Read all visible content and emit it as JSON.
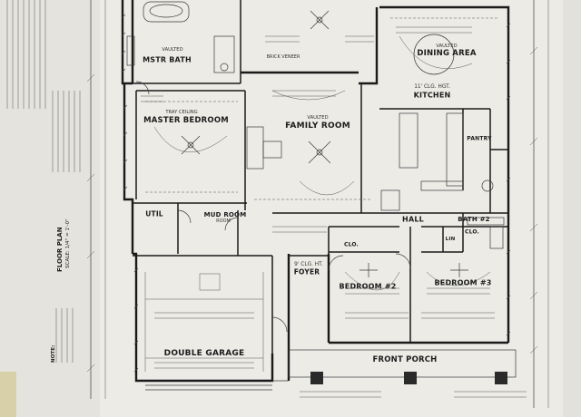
{
  "rooms": {
    "mstr_bath": "MSTR BATH",
    "master_bedroom": "MASTER BEDROOM",
    "family_room": "FAMILY ROOM",
    "dining_area": "DINING AREA",
    "kitchen": "KITCHEN",
    "pantry": "PANTRY",
    "util": "UTIL",
    "mud_room": "MUD ROOM",
    "hall": "HALL",
    "foyer": "FOYER",
    "bedroom2": "BEDROOM #2",
    "bedroom3": "BEDROOM #3",
    "bath2": "BATH #2",
    "clo_left": "CLO.",
    "clo_right": "CLO.",
    "lin": "LIN",
    "double_garage": "DOUBLE GARAGE",
    "front_porch": "FRONT PORCH"
  },
  "notes": {
    "vaulted_bath": "VAULTED",
    "vaulted_family": "VAULTED",
    "vaulted_dining": "VAULTED",
    "tray_ceiling": "TRAY CEILING",
    "clg_ht": "11' CLG. HGT.",
    "foyer_ht": "9' CLG. HT.",
    "floor_plan": "FLOOR PLAN",
    "scale": "SCALE: 1/4\" = 1'-0\"",
    "note_heading": "NOTE:",
    "brick_veneer": "BRICK VENEER",
    "room_1": "ROOM"
  }
}
